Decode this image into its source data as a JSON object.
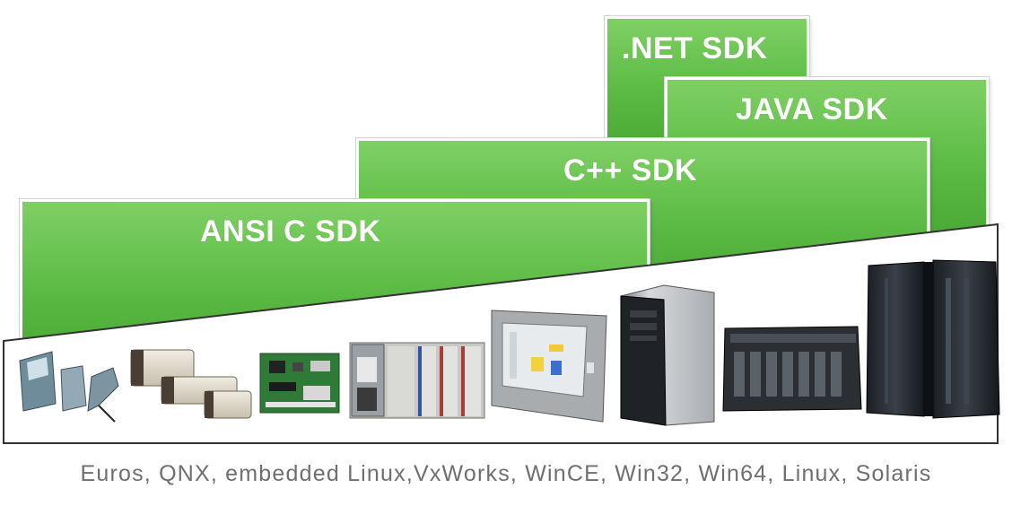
{
  "sdks": {
    "net": ".NET SDK",
    "java": "JAVA SDK",
    "cpp": "C++ SDK",
    "ansi_c": "ANSI C SDK"
  },
  "platforms_caption": "Euros, QNX, embedded Linux,VxWorks, WinCE, Win32, Win64, Linux, Solaris",
  "colors": {
    "sdk_green": "#5cbb45",
    "sdk_green_light": "#7fd064",
    "caption_gray": "#6f6f6f",
    "wedge_border": "#333333"
  },
  "devices": [
    "sensor-modules",
    "io-modules",
    "circuit-board",
    "plc-rack",
    "touch-panel",
    "desktop-pc",
    "server-rack",
    "mainframe"
  ]
}
